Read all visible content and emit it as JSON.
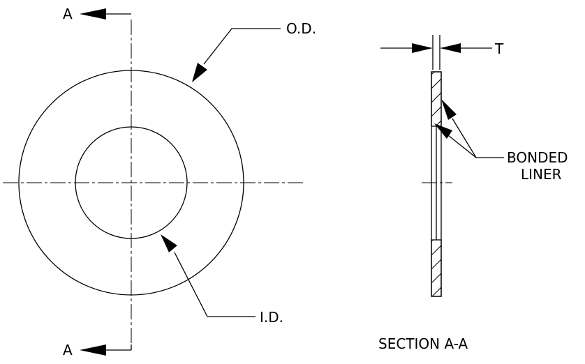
{
  "labels": {
    "section_top": "A",
    "section_bottom": "A",
    "od": "O.D.",
    "id": "I.D.",
    "thickness": "T",
    "bonded_line1": "BONDED",
    "bonded_line2": "LINER",
    "section_title": "SECTION A-A"
  },
  "colors": {
    "line": "#000000",
    "background": "#ffffff"
  }
}
